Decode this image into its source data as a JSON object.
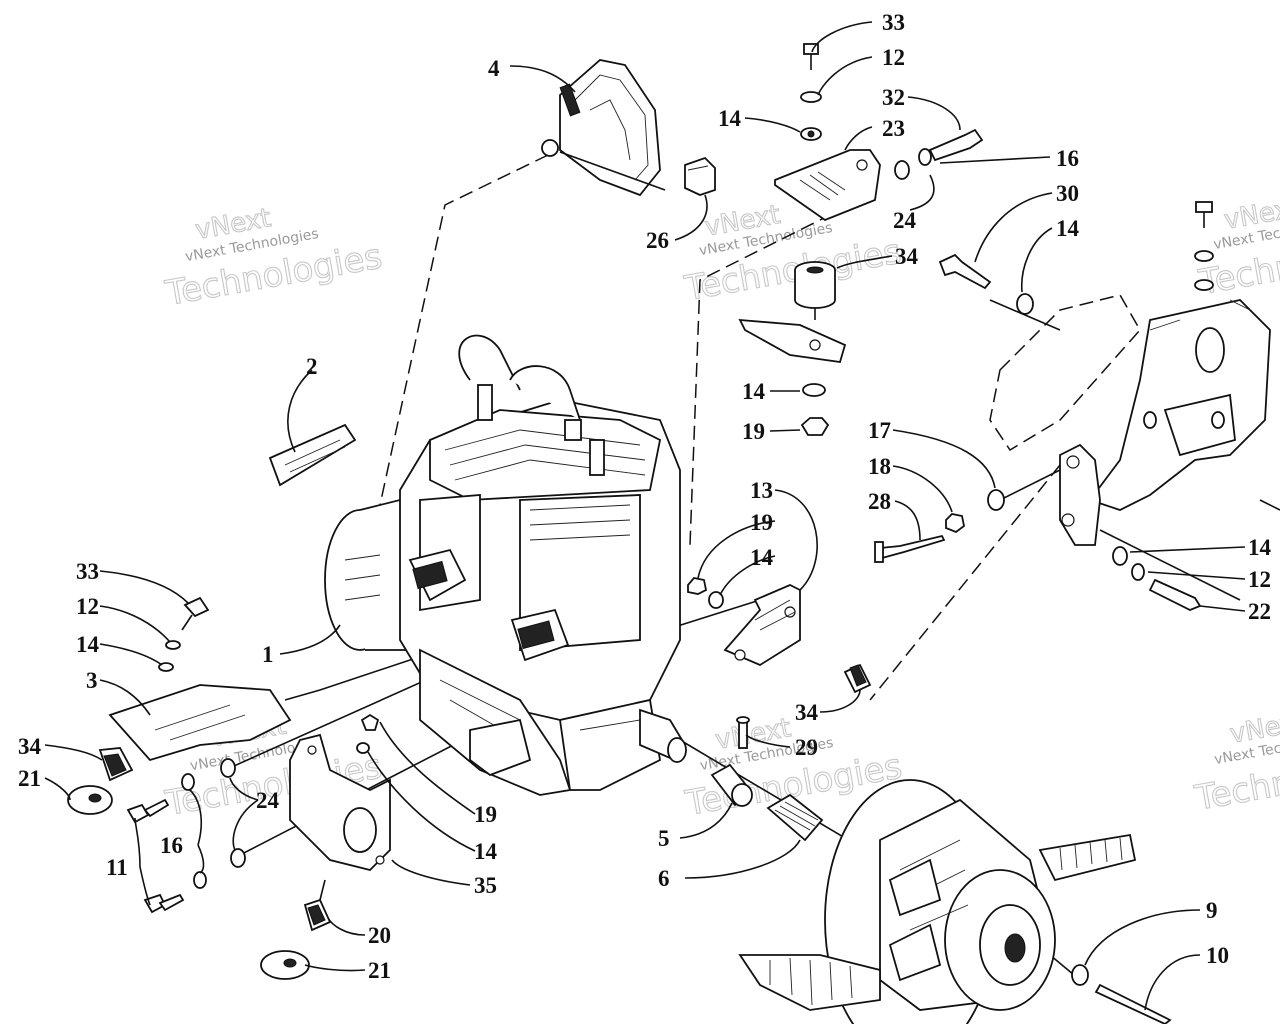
{
  "watermark": {
    "brand_small": "vNext Technologies",
    "brand_big": "Technologies",
    "brand_top": "vNext"
  },
  "callouts": [
    {
      "id": "c4",
      "label": "4"
    },
    {
      "id": "c33a",
      "label": "33"
    },
    {
      "id": "c12a",
      "label": "12"
    },
    {
      "id": "c32",
      "label": "32"
    },
    {
      "id": "c14a",
      "label": "14"
    },
    {
      "id": "c23",
      "label": "23"
    },
    {
      "id": "c16a",
      "label": "16"
    },
    {
      "id": "c30",
      "label": "30"
    },
    {
      "id": "c14b",
      "label": "14"
    },
    {
      "id": "c24a",
      "label": "24"
    },
    {
      "id": "c26",
      "label": "26"
    },
    {
      "id": "c34a",
      "label": "34"
    },
    {
      "id": "c2",
      "label": "2"
    },
    {
      "id": "c14c",
      "label": "14"
    },
    {
      "id": "c19a",
      "label": "19"
    },
    {
      "id": "c17",
      "label": "17"
    },
    {
      "id": "c18",
      "label": "18"
    },
    {
      "id": "c28",
      "label": "28"
    },
    {
      "id": "c13",
      "label": "13"
    },
    {
      "id": "c19b",
      "label": "19"
    },
    {
      "id": "c14d",
      "label": "14"
    },
    {
      "id": "c14e",
      "label": "14"
    },
    {
      "id": "c12b",
      "label": "12"
    },
    {
      "id": "c22",
      "label": "22"
    },
    {
      "id": "c33b",
      "label": "33"
    },
    {
      "id": "c12c",
      "label": "12"
    },
    {
      "id": "c14f",
      "label": "14"
    },
    {
      "id": "c1",
      "label": "1"
    },
    {
      "id": "c3",
      "label": "3"
    },
    {
      "id": "c34b",
      "label": "34"
    },
    {
      "id": "c34c",
      "label": "34"
    },
    {
      "id": "c21a",
      "label": "21"
    },
    {
      "id": "c29",
      "label": "29"
    },
    {
      "id": "c24b",
      "label": "24"
    },
    {
      "id": "c19c",
      "label": "19"
    },
    {
      "id": "c16b",
      "label": "16"
    },
    {
      "id": "c14g",
      "label": "14"
    },
    {
      "id": "c5",
      "label": "5"
    },
    {
      "id": "c11",
      "label": "11"
    },
    {
      "id": "c6",
      "label": "6"
    },
    {
      "id": "c35",
      "label": "35"
    },
    {
      "id": "c9",
      "label": "9"
    },
    {
      "id": "c10",
      "label": "10"
    },
    {
      "id": "c20",
      "label": "20"
    },
    {
      "id": "c21b",
      "label": "21"
    }
  ]
}
